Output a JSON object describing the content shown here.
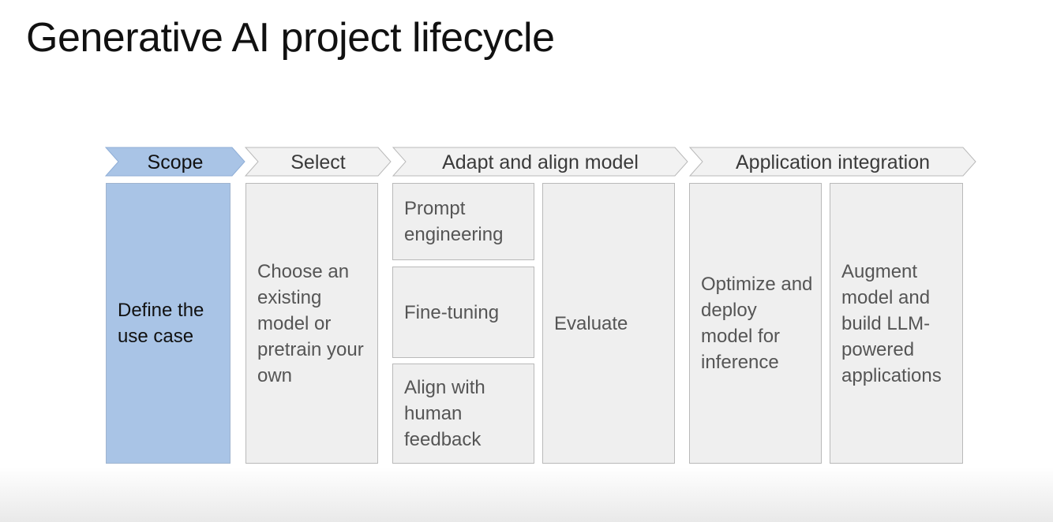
{
  "title": "Generative AI project lifecycle",
  "colors": {
    "active_fill": "#a9c4e6",
    "box_fill": "#efefef",
    "border": "#b9b9b9"
  },
  "stages": {
    "scope": "Scope",
    "select": "Select",
    "adapt": "Adapt and align model",
    "application": "Application integration"
  },
  "boxes": {
    "define_use_case": "Define the use case",
    "choose_model": "Choose an existing model or pretrain your own",
    "prompt_engineering": "Prompt engineering",
    "fine_tuning": "Fine-tuning",
    "align_feedback": "Align with human feedback",
    "evaluate": "Evaluate",
    "optimize_deploy": "Optimize and deploy model for inference",
    "augment_model": "Augment model and build LLM-powered applications"
  }
}
